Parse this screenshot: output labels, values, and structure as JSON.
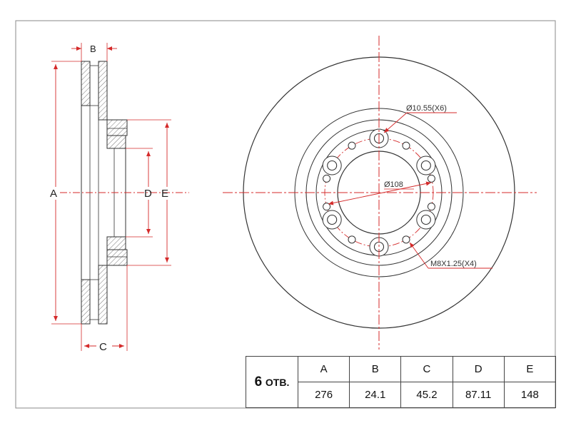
{
  "dimension_letters": {
    "a": "A",
    "b": "B",
    "c": "C",
    "d": "D",
    "e": "E"
  },
  "front_view": {
    "bolt_hole_note": "Ø10.55(X6)",
    "pcd_note": "Ø108",
    "thread_note": "M8X1.25(X4)"
  },
  "spec_table": {
    "holes_count": "6",
    "holes_unit": "ОТВ.",
    "headers": [
      "A",
      "B",
      "C",
      "D",
      "E"
    ],
    "values": [
      "276",
      "24.1",
      "45.2",
      "87.11",
      "148"
    ]
  },
  "colors": {
    "outline": "#333333",
    "dimension": "#d42a2a",
    "border": "#444444"
  }
}
